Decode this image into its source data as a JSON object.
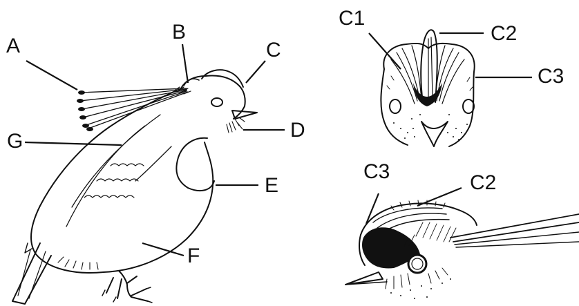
{
  "figure": {
    "labels": {
      "a": "A",
      "b": "B",
      "c": "C",
      "d": "D",
      "e": "E",
      "f": "F",
      "g": "G",
      "front_c1": "C1",
      "front_c2": "C2",
      "front_c3": "C3",
      "side_c3": "C3",
      "side_c2": "C2"
    }
  }
}
